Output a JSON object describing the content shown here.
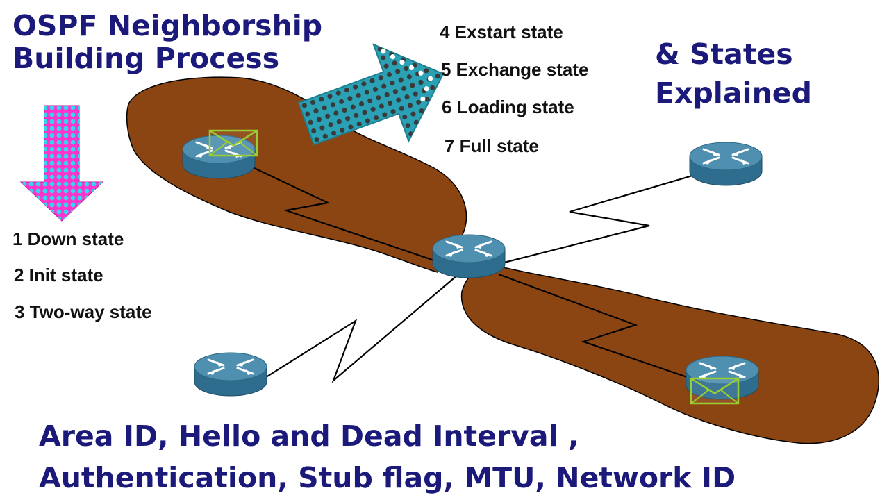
{
  "colors": {
    "title": "#1b1a7a",
    "area": "#8b4513",
    "router_top": "#4f8fb0",
    "router_side": "#2f6d8e",
    "envelope": "#9acd32",
    "down_arrow_fill": "#ff33cc",
    "right_arrow_fill": "#2aa1b5"
  },
  "title": {
    "line1": "OSPF Neighborship",
    "line2": "Building Process"
  },
  "side_title": {
    "line1": "& States",
    "line2": "Explained"
  },
  "states_left": [
    "1 Down state",
    "2 Init state",
    "3 Two-way state"
  ],
  "states_right": [
    "4 Exstart state",
    "5 Exchange state",
    "6 Loading state",
    "7 Full state"
  ],
  "criteria": {
    "line1": "Area ID, Hello and Dead Interval ,",
    "line2": "Authentication, Stub flag, MTU, Network ID"
  },
  "icons": {
    "router": "router-icon",
    "envelope": "envelope-icon",
    "down_arrow": "down-arrow-icon",
    "right_arrow": "up-right-arrow-icon"
  }
}
